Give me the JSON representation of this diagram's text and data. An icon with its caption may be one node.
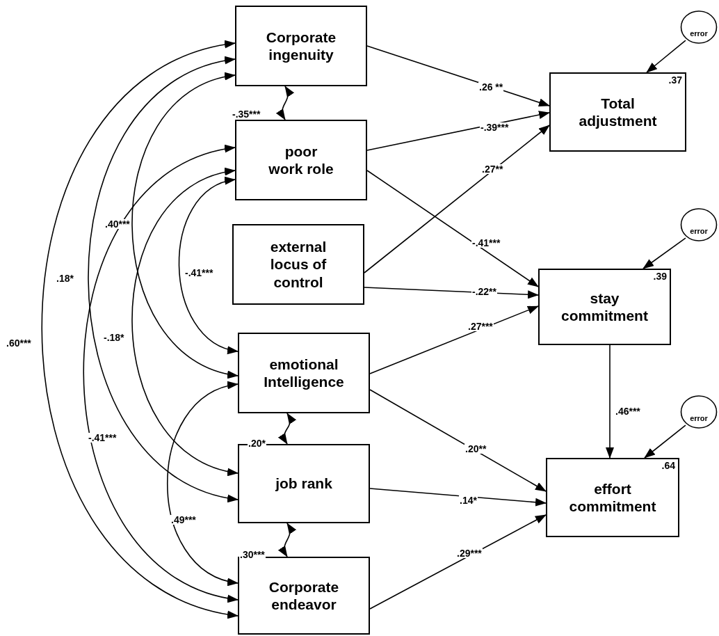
{
  "diagram": {
    "nodes": [
      {
        "text": [
          "Corporate ingenuity"
        ]
      },
      {
        "text": [
          "poor work role"
        ]
      },
      {
        "text": [
          "external locus of control"
        ]
      },
      {
        "text": [
          "emotional Intelligence"
        ]
      },
      {
        "text": [
          "job rank"
        ]
      },
      {
        "text": [
          "Corporate endeavor"
        ]
      },
      {
        "text": [
          "Total adjustment",
          ".37"
        ]
      },
      {
        "text": [
          "stay commitment",
          ".39"
        ]
      },
      {
        "text": [
          "effort commitment",
          ".64"
        ]
      },
      {
        "text": [
          "error"
        ]
      },
      {
        "text": [
          "error"
        ]
      },
      {
        "text": [
          "error"
        ]
      }
    ],
    "edges": [
      {
        "from": 0,
        "to": 6,
        "arrow": "to",
        "label": ".26 **"
      },
      {
        "from": 1,
        "to": 6,
        "arrow": "to",
        "label": "-.39***"
      },
      {
        "from": 2,
        "to": 6,
        "arrow": "to",
        "label": ".27**"
      },
      {
        "from": 1,
        "to": 7,
        "arrow": "to",
        "label": "-.41***"
      },
      {
        "from": 2,
        "to": 7,
        "arrow": "to",
        "label": "-.22**"
      },
      {
        "from": 3,
        "to": 7,
        "arrow": "to",
        "label": ".27***"
      },
      {
        "from": 3,
        "to": 8,
        "arrow": "to",
        "label": ".20**"
      },
      {
        "from": 4,
        "to": 8,
        "arrow": "to",
        "label": ".14*"
      },
      {
        "from": 5,
        "to": 8,
        "arrow": "to",
        "label": ".29***"
      },
      {
        "from": 7,
        "to": 8,
        "arrow": "to",
        "label": ".46***"
      },
      {
        "from": 9,
        "to": 6,
        "arrow": "to"
      },
      {
        "from": 10,
        "to": 7,
        "arrow": "to"
      },
      {
        "from": 11,
        "to": 8,
        "arrow": "to"
      },
      {
        "from": 0,
        "to": 1,
        "arrow": "both",
        "label": "-.35***"
      },
      {
        "from": 3,
        "to": 4,
        "arrow": "both",
        "label": ".20*"
      },
      {
        "from": 4,
        "to": 5,
        "arrow": "both",
        "label": ".30***"
      },
      {
        "from": 0,
        "to": 5,
        "arrow": "both",
        "label": ".60***"
      },
      {
        "from": 0,
        "to": 4,
        "arrow": "both",
        "label": ".18*"
      },
      {
        "from": 0,
        "to": 3,
        "arrow": "both",
        "label": ".40***"
      },
      {
        "from": 1,
        "to": 5,
        "arrow": "both",
        "label": "-.41***"
      },
      {
        "from": 1,
        "to": 4,
        "arrow": "both",
        "label": "-.18*"
      },
      {
        "from": 1,
        "to": 3,
        "arrow": "both",
        "label": "-.41***"
      },
      {
        "from": 3,
        "to": 5,
        "arrow": "both",
        "label": ".49***"
      }
    ]
  }
}
